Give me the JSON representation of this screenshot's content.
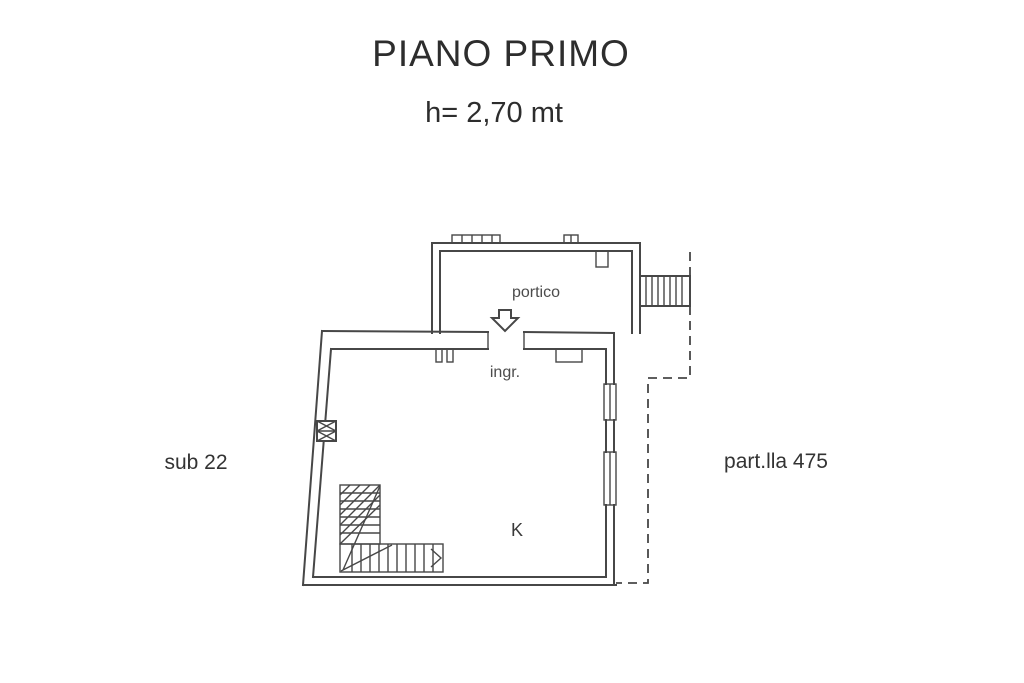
{
  "header": {
    "title": "PIANO PRIMO",
    "subtitle": "h= 2,70 mt"
  },
  "plan": {
    "room_labels": {
      "portico": "portico",
      "entrance": "ingr.",
      "kitchen": "K"
    },
    "annotations": {
      "sub": "sub 22",
      "parcel": "part.lla 475"
    },
    "icons": {
      "entrance_arrow": "outlined-down-arrow",
      "staircase": "hatched-stair-runs-with-direction-line",
      "flue_box": "crossed-square-wall-vent",
      "external_stair": "vertical-hatched-steps"
    },
    "colors": {
      "line": "#474747",
      "text": "#2e2e2e",
      "background": "#ffffff"
    }
  }
}
